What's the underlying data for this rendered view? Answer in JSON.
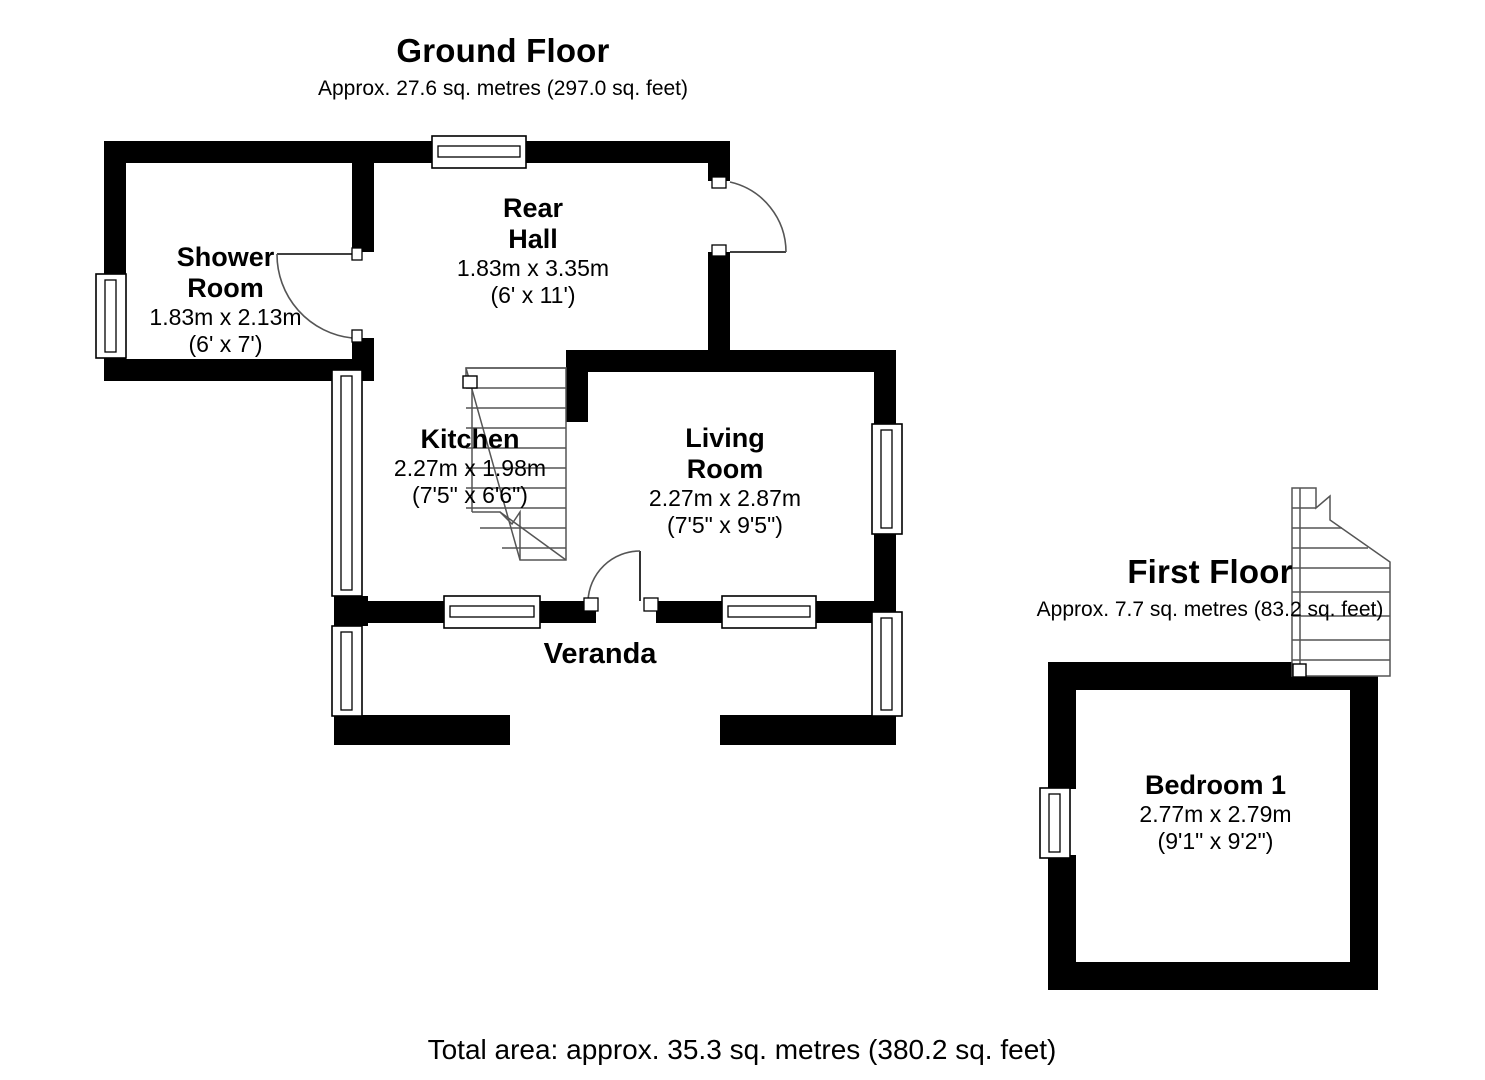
{
  "document": {
    "type": "floor-plan",
    "background_color": "#ffffff",
    "wall_color": "#000000",
    "line_color": "#555555"
  },
  "ground_floor": {
    "title": "Ground Floor",
    "area_text": "Approx. 27.6 sq. metres (297.0 sq. feet)",
    "rooms": [
      {
        "name": "Shower Room",
        "name_line1": "Shower",
        "name_line2": "Room",
        "dim_metric": "1.83m x 2.13m",
        "dim_imperial": "(6' x 7')"
      },
      {
        "name": "Rear Hall",
        "name_line1": "Rear",
        "name_line2": "Hall",
        "dim_metric": "1.83m x 3.35m",
        "dim_imperial": "(6' x 11')"
      },
      {
        "name": "Kitchen",
        "name_line1": "Kitchen",
        "name_line2": "",
        "dim_metric": "2.27m x 1.98m",
        "dim_imperial": "(7'5\" x 6'6\")"
      },
      {
        "name": "Living Room",
        "name_line1": "Living",
        "name_line2": "Room",
        "dim_metric": "2.27m x 2.87m",
        "dim_imperial": "(7'5\" x 9'5\")"
      },
      {
        "name": "Veranda",
        "name_line1": "Veranda",
        "name_line2": "",
        "dim_metric": "",
        "dim_imperial": ""
      }
    ]
  },
  "first_floor": {
    "title": "First Floor",
    "area_text": "Approx. 7.7 sq. metres (83.2 sq. feet)",
    "rooms": [
      {
        "name": "Bedroom 1",
        "name_line1": "Bedroom 1",
        "name_line2": "",
        "dim_metric": "2.77m x 2.79m",
        "dim_imperial": "(9'1\" x 9'2\")"
      }
    ]
  },
  "footer": {
    "total_area": "Total area: approx. 35.3 sq. metres (380.2 sq. feet)"
  }
}
